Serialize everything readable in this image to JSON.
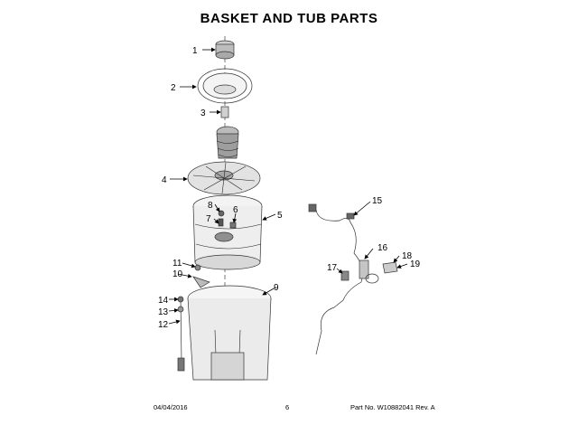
{
  "title": "BASKET AND TUB PARTS",
  "callouts": {
    "c1": "1",
    "c2": "2",
    "c3": "3",
    "c4": "4",
    "c5": "5",
    "c6": "6",
    "c7": "7",
    "c8": "8",
    "c9": "9",
    "c10": "10",
    "c11": "11",
    "c12": "12",
    "c13": "13",
    "c14": "14",
    "c15": "15",
    "c16": "16",
    "c17": "17",
    "c18": "18",
    "c19": "19"
  },
  "footer": {
    "date": "04/04/2016",
    "page": "6",
    "part_number": "Part No.  W10882041   Rev.  A"
  }
}
